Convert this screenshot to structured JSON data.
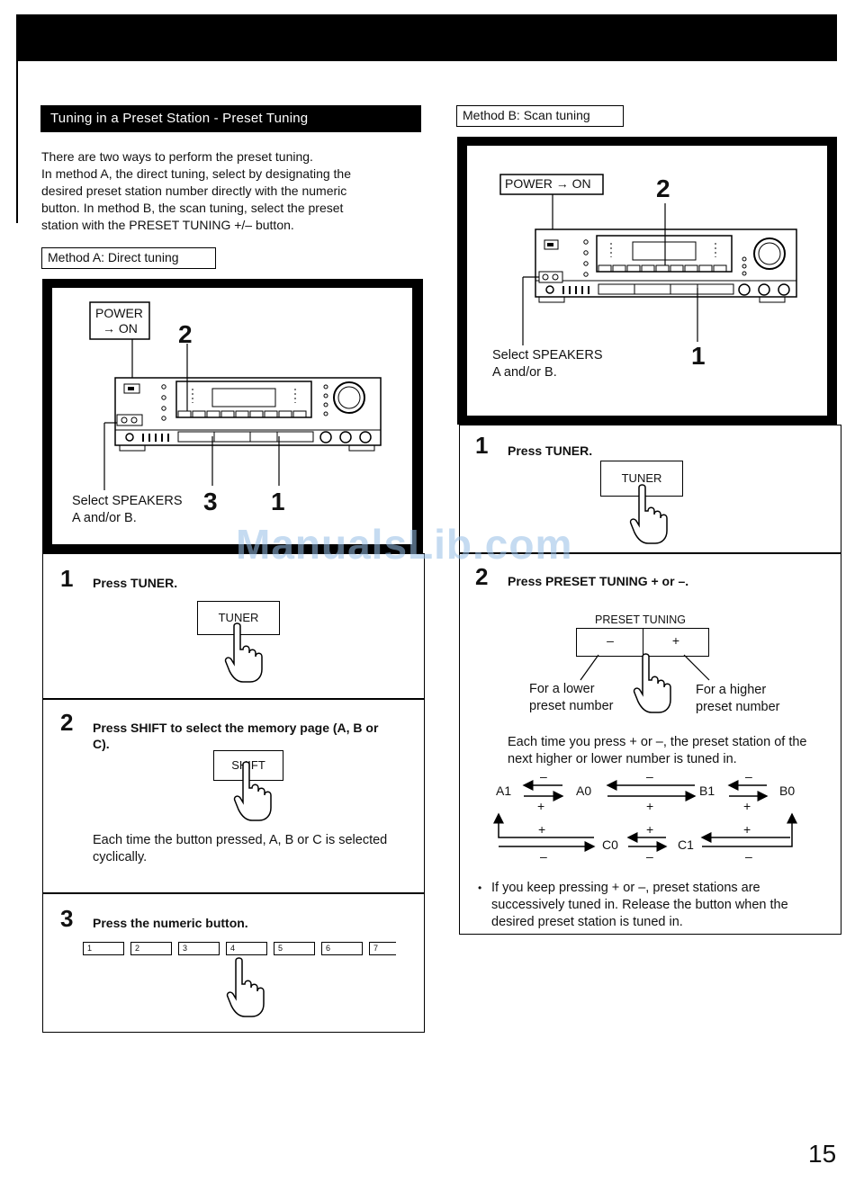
{
  "page_number": "15",
  "section_title": "Tuning in a Preset Station - Preset Tuning",
  "intro_lines": [
    "There are two ways to perform the preset tuning.",
    "In method A, the direct tuning, select by designating the",
    "desired preset station number directly with the numeric",
    "button.  In method B, the scan tuning, select the preset",
    "station with the PRESET TUNING +/– button."
  ],
  "watermark": "ManualsLib.com",
  "method_a": {
    "label": "Method A: Direct tuning",
    "power_label_1": "POWER",
    "power_label_2": "→ ON",
    "callout_2": "2",
    "callout_3": "3",
    "callout_1": "1",
    "speakers_1": "Select SPEAKERS",
    "speakers_2": "A and/or B.",
    "steps": [
      {
        "num": "1",
        "caption": "Press TUNER.",
        "button": "TUNER"
      },
      {
        "num": "2",
        "caption_1": "Press SHIFT to select the memory page (A, B or",
        "caption_2": "C).",
        "button": "SHIFT",
        "note_1": "Each time the button pressed, A, B or C is selected",
        "note_2": "cyclically."
      },
      {
        "num": "3",
        "caption": "Press the numeric button.",
        "buttons": [
          "1",
          "2",
          "3",
          "4",
          "5",
          "6",
          "7"
        ]
      }
    ]
  },
  "method_b": {
    "label": "Method B: Scan tuning",
    "power_label": "POWER → ON",
    "callout_2": "2",
    "callout_1": "1",
    "speakers_1": "Select SPEAKERS",
    "speakers_2": "A and/or B.",
    "steps": [
      {
        "num": "1",
        "caption": "Press TUNER.",
        "button": "TUNER"
      },
      {
        "num": "2",
        "caption": "Press PRESET TUNING + or –.",
        "preset_label": "PRESET TUNING",
        "minus": "–",
        "plus": "+",
        "lower_1": "For a lower",
        "lower_2": "preset number",
        "higher_1": "For a higher",
        "higher_2": "preset number",
        "note_1": "Each time you press + or –, the preset station of the",
        "note_2": "next higher or lower number is tuned in.",
        "sequence": {
          "a1": "A1",
          "a0": "A0",
          "b1": "B1",
          "b0": "B0",
          "c0": "C0",
          "c1": "C1",
          "minus": "–",
          "plus": "+"
        },
        "bullet_1": "If you keep pressing + or –, preset stations are",
        "bullet_2": "successively tuned in. Release the button when the",
        "bullet_3": "desired preset station is tuned in."
      }
    ]
  }
}
